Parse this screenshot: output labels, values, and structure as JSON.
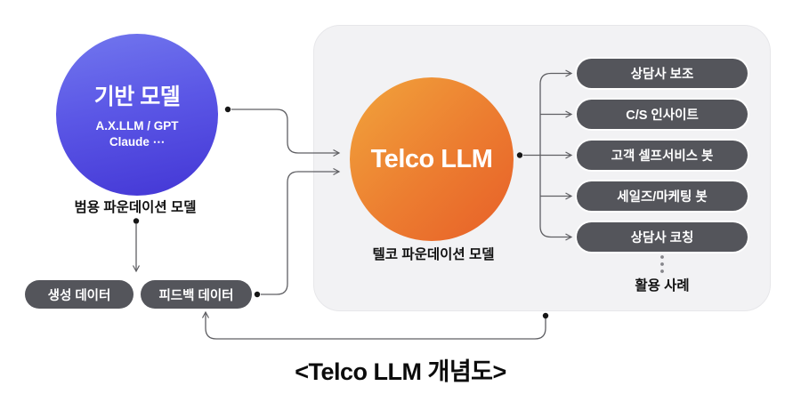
{
  "diagram_title": "<Telco LLM 개념도>",
  "base_model": {
    "name": "기반 모델",
    "models_line1": "A.X.LLM / GPT",
    "models_line2": "Claude ⋯",
    "caption": "범용 파운데이션 모델"
  },
  "data_sources": {
    "generation_label": "생성 데이터",
    "feedback_label": "피드백 데이터"
  },
  "telco_llm": {
    "name": "Telco LLM",
    "caption": "텔코 파운데이션 모델"
  },
  "use_cases": {
    "caption": "활용 사례",
    "items": [
      "상담사 보조",
      "C/S 인사이트",
      "고객 셀프서비스 봇",
      "세일즈/마케팅 봇",
      "상담사 코칭"
    ]
  },
  "colors": {
    "base_model_gradient_start": "#7277ee",
    "base_model_gradient_end": "#4336d5",
    "telco_gradient_start": "#f1a43c",
    "telco_gradient_end": "#e75f28",
    "pill_background": "#54555b",
    "container_background": "#f2f2f4",
    "connector": "#5f5f63"
  }
}
